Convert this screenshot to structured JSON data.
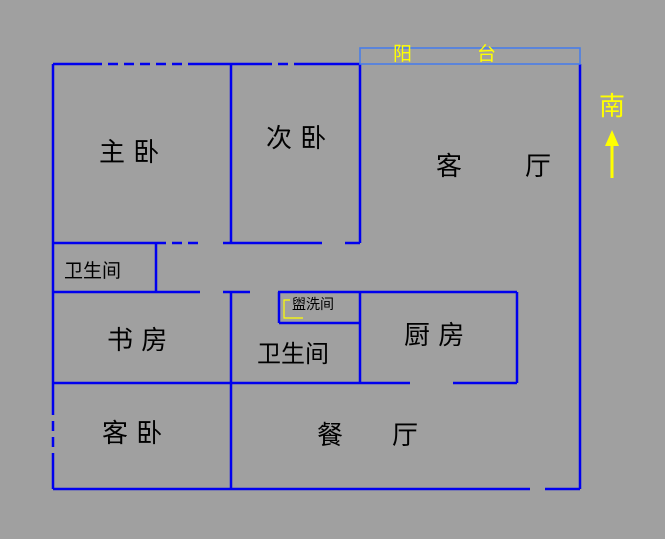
{
  "plan": {
    "colors": {
      "background": "#a0a0a0",
      "wall": "#0000ee",
      "balcony": "#4a7ee8",
      "label": "#000000",
      "accent": "#ffff00"
    },
    "rooms": {
      "master_bedroom": "主 卧",
      "second_bedroom": "次 卧",
      "living_room_char1": "客",
      "living_room_char2": "厅",
      "bathroom_small": "卫生间",
      "study": "书 房",
      "bathroom": "卫生间",
      "washroom": "盥洗间",
      "kitchen": "厨 房",
      "guest_bedroom": "客 卧",
      "dining_room_char1": "餐",
      "dining_room_char2": "厅"
    },
    "balcony_char1": "阳",
    "balcony_char2": "台",
    "compass": {
      "label": "南",
      "arrow": "up-arrow-icon"
    }
  }
}
